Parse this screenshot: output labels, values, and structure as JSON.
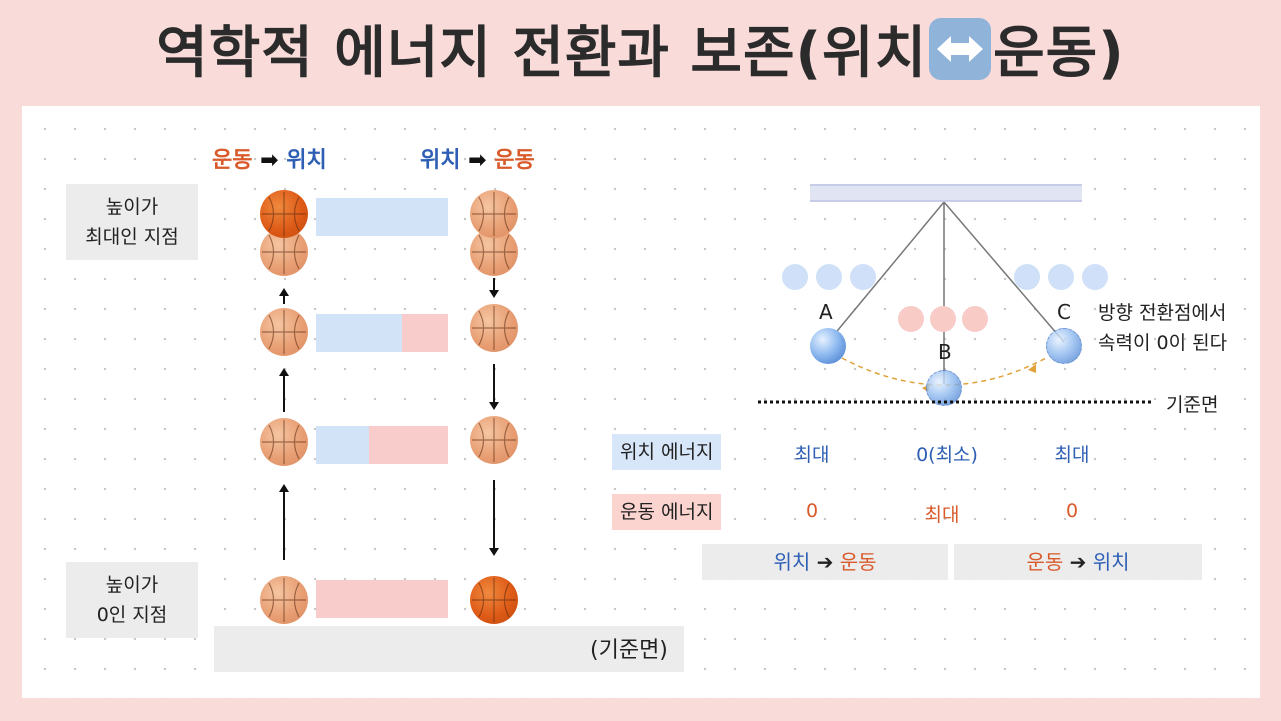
{
  "title": {
    "before": "역학적 에너지 전환과 보존(위치",
    "after": "운동)",
    "icon": "left-right-arrow-icon"
  },
  "left": {
    "headers": {
      "col1": {
        "from": "운동",
        "to": "위치"
      },
      "col2": {
        "from": "위치",
        "to": "운동"
      }
    },
    "top_label": [
      "높이가",
      "최대인 지점"
    ],
    "bottom_label": [
      "높이가",
      "0인 지점"
    ],
    "ground_label": "(기준면)",
    "levels": [
      {
        "potential": 1.0,
        "kinetic": 0.0
      },
      {
        "potential": 0.65,
        "kinetic": 0.35
      },
      {
        "potential": 0.4,
        "kinetic": 0.6
      },
      {
        "potential": 0.0,
        "kinetic": 1.0
      }
    ],
    "colors": {
      "potential": "#d3e3f7",
      "kinetic": "#f8cccb",
      "orange": "#d95a2a",
      "blue": "#2e5fb5"
    }
  },
  "right": {
    "points": {
      "a": "A",
      "b": "B",
      "c": "C"
    },
    "note": [
      "방향 전환점에서",
      "속력이 0이 된다"
    ],
    "reference": "기준면",
    "table": {
      "rows": [
        {
          "label": "위치 에너지",
          "a": "최대",
          "b": "0(최소)",
          "c": "최대"
        },
        {
          "label": "운동 에너지",
          "a": "0",
          "b": "최대",
          "c": "0"
        }
      ]
    },
    "transitions": [
      {
        "from": "위치",
        "to": "운동"
      },
      {
        "from": "운동",
        "to": "위치"
      }
    ]
  }
}
